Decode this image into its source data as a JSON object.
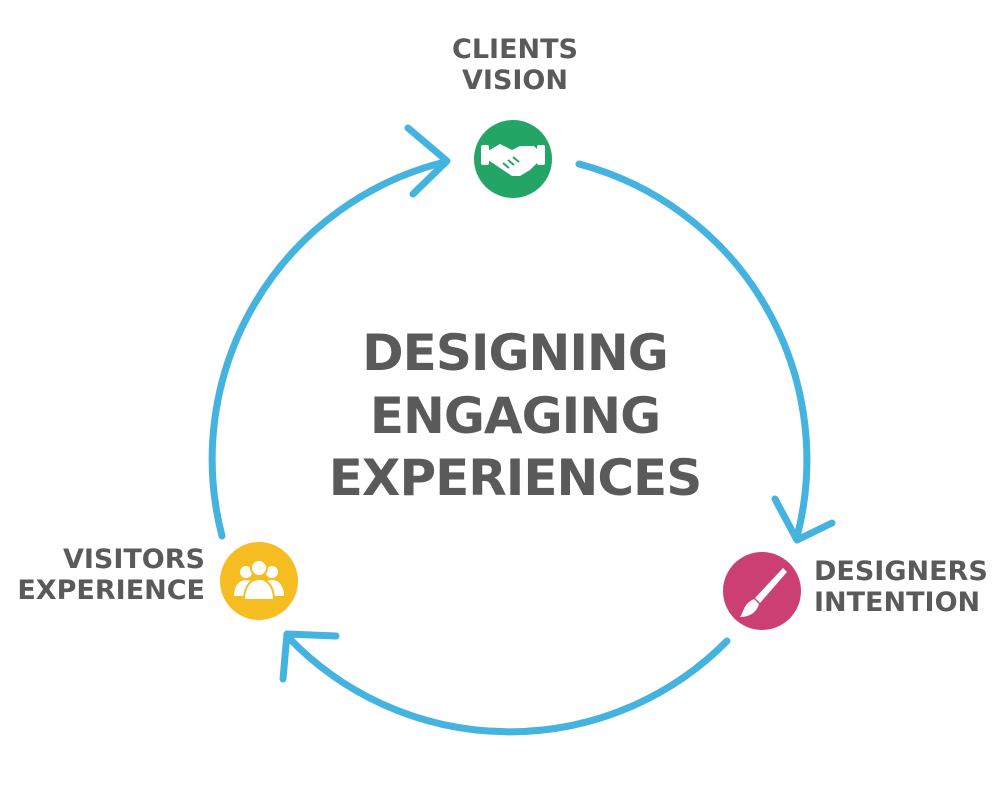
{
  "diagram": {
    "title_lines": [
      "DESIGNING",
      "ENGAGING",
      "EXPERIENCES"
    ],
    "nodes": [
      {
        "id": "clients",
        "label_lines": [
          "CLIENTS",
          "VISION"
        ],
        "icon": "handshake-icon",
        "color": "#22a565"
      },
      {
        "id": "designers",
        "label_lines": [
          "DESIGNERS",
          "INTENTION"
        ],
        "icon": "paintbrush-icon",
        "color": "#cc3f72"
      },
      {
        "id": "visitors",
        "label_lines": [
          "VISITORS",
          "EXPERIENCE"
        ],
        "icon": "group-of-people-icon",
        "color": "#f6bd22"
      }
    ],
    "edges": [
      {
        "from": "clients",
        "to": "designers"
      },
      {
        "from": "designers",
        "to": "visitors"
      },
      {
        "from": "visitors",
        "to": "clients"
      }
    ],
    "colors": {
      "cycle_arrow": "#44b3e0",
      "text": "#5a5a5a",
      "icon_glyph": "#ffffff"
    }
  }
}
